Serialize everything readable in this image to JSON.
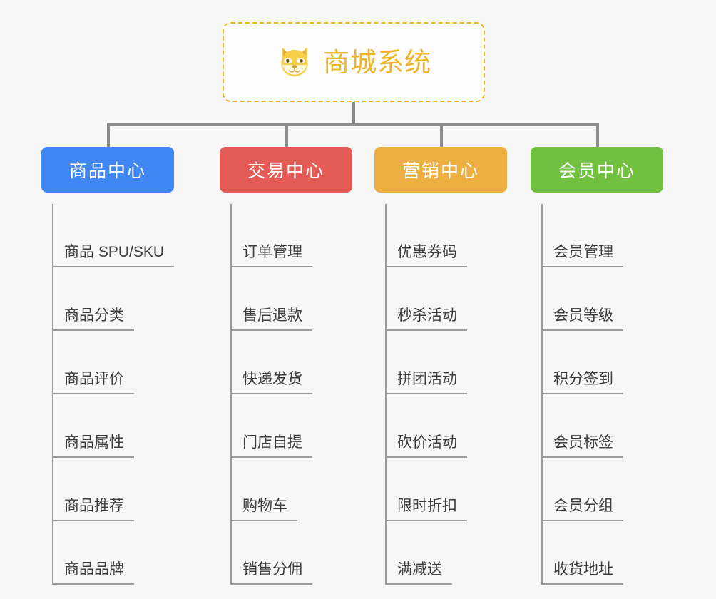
{
  "root": {
    "title": "商城系统",
    "icon": "dog-face-icon",
    "border_color": "#f0b429",
    "text_color": "#f0b429",
    "background": "#fefefe"
  },
  "canvas": {
    "background": "#f7f7f7",
    "connector_color": "#8c8c8c",
    "leaf_line_color": "#9a9a9a",
    "leaf_text_color": "#3c3c3c"
  },
  "branches": [
    {
      "label": "商品中心",
      "color": "#4187f3",
      "items": [
        "商品 SPU/SKU",
        "商品分类",
        "商品评价",
        "商品属性",
        "商品推荐",
        "商品品牌"
      ]
    },
    {
      "label": "交易中心",
      "color": "#e45a55",
      "items": [
        "订单管理",
        "售后退款",
        "快递发货",
        "门店自提",
        "购物车",
        "销售分佣"
      ]
    },
    {
      "label": "营销中心",
      "color": "#edaf41",
      "items": [
        "优惠券码",
        "秒杀活动",
        "拼团活动",
        "砍价活动",
        "限时折扣",
        "满减送"
      ]
    },
    {
      "label": "会员中心",
      "color": "#72c03f",
      "items": [
        "会员管理",
        "会员等级",
        "积分签到",
        "会员标签",
        "会员分组",
        "收货地址"
      ]
    }
  ]
}
